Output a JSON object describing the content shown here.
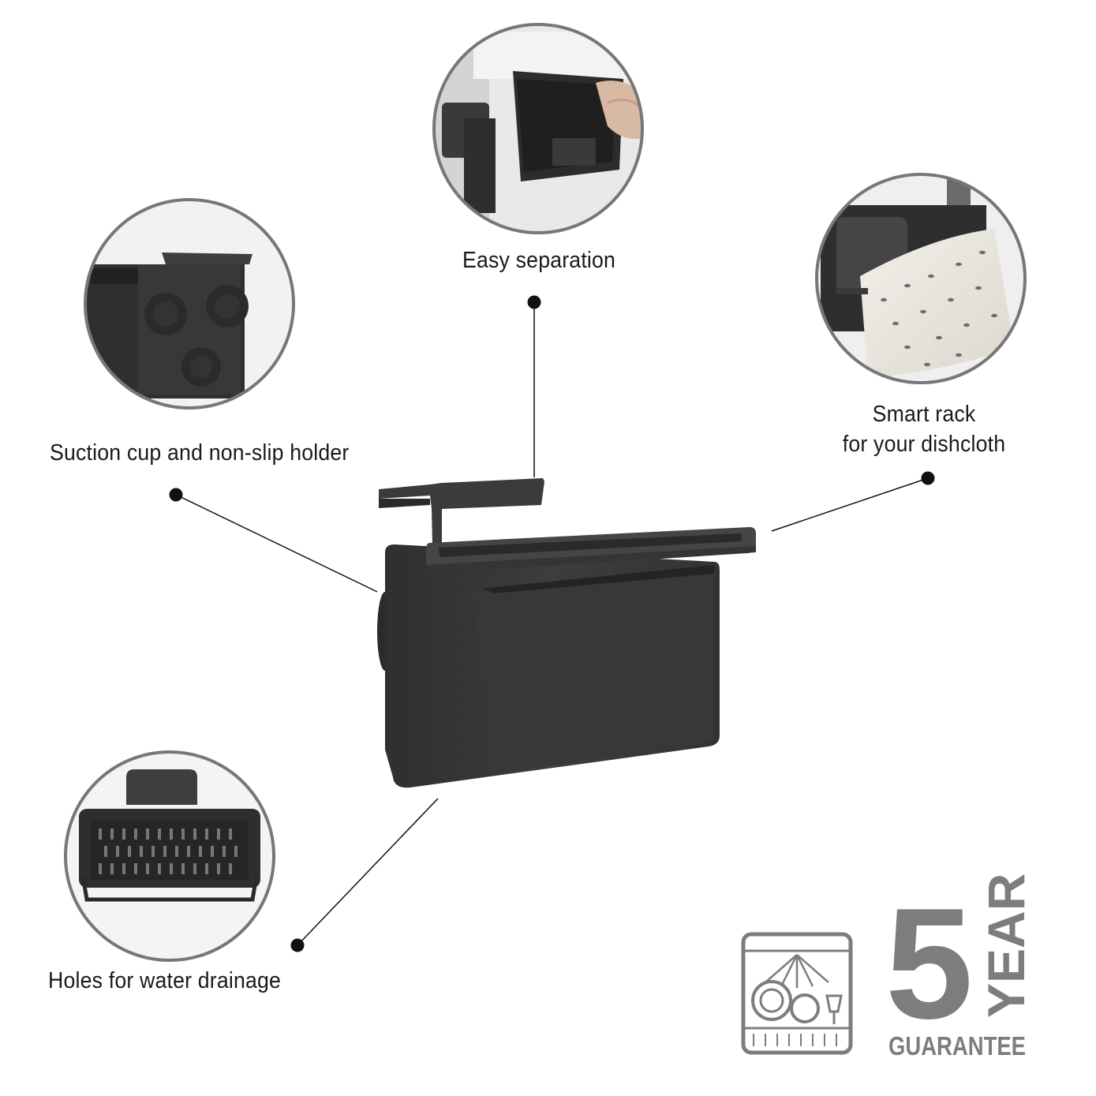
{
  "features": {
    "separation": {
      "label": "Easy separation"
    },
    "suction": {
      "label": "Suction cup and non-slip holder"
    },
    "rack": {
      "line1": "Smart rack",
      "line2": "for your dishcloth"
    },
    "drainage": {
      "label": "Holes for water drainage"
    }
  },
  "guarantee": {
    "number": "5",
    "word": "YEAR",
    "label": "GUARANTEE",
    "icon": "dishwasher-safe-icon"
  },
  "colors": {
    "product": "#3a3a3a",
    "product_dark": "#2b2b2b",
    "circle_border": "#777777",
    "badge_gray": "#7d7d7d",
    "text": "#1a1a1a"
  }
}
